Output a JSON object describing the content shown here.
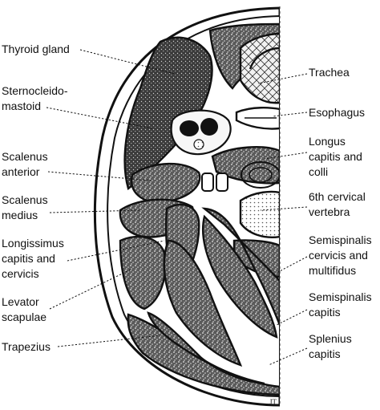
{
  "labels": {
    "thyroid": "Thyroid gland",
    "scm1": "Sternocleido-",
    "scm2": "mastoid",
    "scalant1": "Scalenus",
    "scalant2": "anterior",
    "scalmed1": "Scalenus",
    "scalmed2": "medius",
    "longiss1": "Longissimus",
    "longiss2": "capitis and",
    "longiss3": "cervicis",
    "levator1": "Levator",
    "levator2": "scapulae",
    "trapezius": "Trapezius",
    "trachea": "Trachea",
    "esophagus": "Esophagus",
    "longus1": "Longus",
    "longus2": "capitis and",
    "longus3": "colli",
    "vert1": "6th cervical",
    "vert2": "vertebra",
    "semicerv1": "Semispinalis",
    "semicerv2": "cervicis and",
    "semicerv3": "multifidus",
    "semicap1": "Semispinalis",
    "semicap2": "capitis",
    "splen1": "Splenius",
    "splen2": "capitis"
  },
  "signature": "JT"
}
